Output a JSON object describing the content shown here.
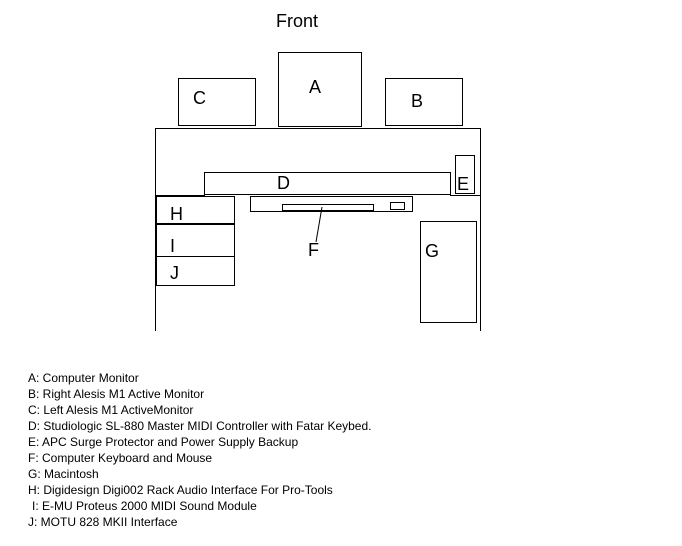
{
  "title": "Front",
  "components": {
    "A": {
      "letter": "A",
      "description": "Computer Monitor"
    },
    "B": {
      "letter": "B",
      "description": "Right Alesis M1 Active Monitor"
    },
    "C": {
      "letter": "C",
      "description": "Left Alesis M1 ActiveMonitor"
    },
    "D": {
      "letter": "D",
      "description": "Studiologic SL-880 Master MIDI Controller with Fatar Keybed."
    },
    "E": {
      "letter": "E",
      "description": "APC Surge Protector and Power Supply Backup"
    },
    "F": {
      "letter": "F",
      "description": "Computer Keyboard and Mouse"
    },
    "G": {
      "letter": "G",
      "description": "Macintosh"
    },
    "H": {
      "letter": "H",
      "description": "Digidesign Digi002 Rack Audio Interface For Pro-Tools"
    },
    "I": {
      "letter": "I",
      "description": "E-MU Proteus 2000 MIDI Sound Module"
    },
    "J": {
      "letter": "J",
      "description": "MOTU 828 MKII Interface"
    }
  },
  "legend": [
    "A: Computer Monitor",
    "B: Right Alesis M1 Active Monitor",
    "C: Left Alesis M1 ActiveMonitor",
    "D: Studiologic SL-880 Master MIDI Controller with Fatar Keybed.",
    "E: APC Surge Protector and Power Supply Backup",
    "F: Computer Keyboard and Mouse",
    "G: Macintosh",
    "H: Digidesign Digi002 Rack Audio Interface For Pro-Tools",
    "I: E-MU Proteus 2000 MIDI Sound Module",
    "J: MOTU 828 MKII Interface"
  ]
}
